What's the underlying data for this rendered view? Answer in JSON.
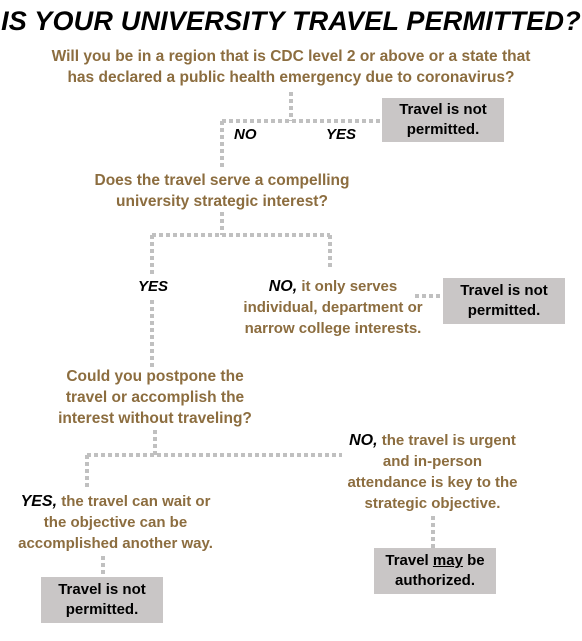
{
  "title": "IS YOUR UNIVERSITY TRAVEL PERMITTED?",
  "q1": {
    "line1": "Will you be in a region that is CDC level 2 or above or a state that",
    "line2": "has declared a public health emergency due to coronavirus?"
  },
  "labels": {
    "no": "NO",
    "yes": "YES",
    "yes2": "YES"
  },
  "box_not_permitted": {
    "line1": "Travel is not",
    "line2": "permitted."
  },
  "q2": {
    "line1": "Does the travel serve a compelling",
    "line2": "university strategic interest?"
  },
  "no_narrow": {
    "keyword": "NO,",
    "line1_rest": " it only serves",
    "line2": "individual, department or",
    "line3": "narrow college interests."
  },
  "q3": {
    "line1": "Could you postpone the",
    "line2": "travel or accomplish the",
    "line3": "interest without traveling?"
  },
  "no_urgent": {
    "keyword": "NO,",
    "line1_rest": " the travel is urgent",
    "line2": "and in-person",
    "line3": "attendance is key to the",
    "line4": "strategic objective."
  },
  "yes_wait": {
    "keyword": "YES,",
    "line1_rest": " the travel can wait or",
    "line2": "the objective can be",
    "line3": "accomplished another way."
  },
  "box_may": {
    "word1": "Travel ",
    "word2": "may",
    "word3": " be",
    "line2": "authorized."
  },
  "colors": {
    "question": "#8c6d3f",
    "box": "#c9c6c6",
    "connector": "#c0c0c0"
  }
}
